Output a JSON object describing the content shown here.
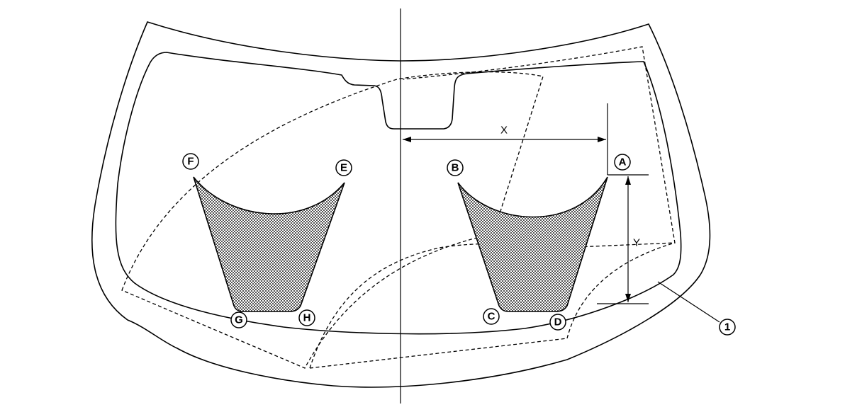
{
  "labels": {
    "points": {
      "a": "A",
      "b": "B",
      "c": "C",
      "d": "D",
      "e": "E",
      "f": "F",
      "g": "G",
      "h": "H"
    },
    "callout_1": "1",
    "dimension_x": "X",
    "dimension_y": "Y"
  },
  "colors": {
    "line": "#000000",
    "background": "#ffffff",
    "shaded_area": "#7a7a7a"
  }
}
